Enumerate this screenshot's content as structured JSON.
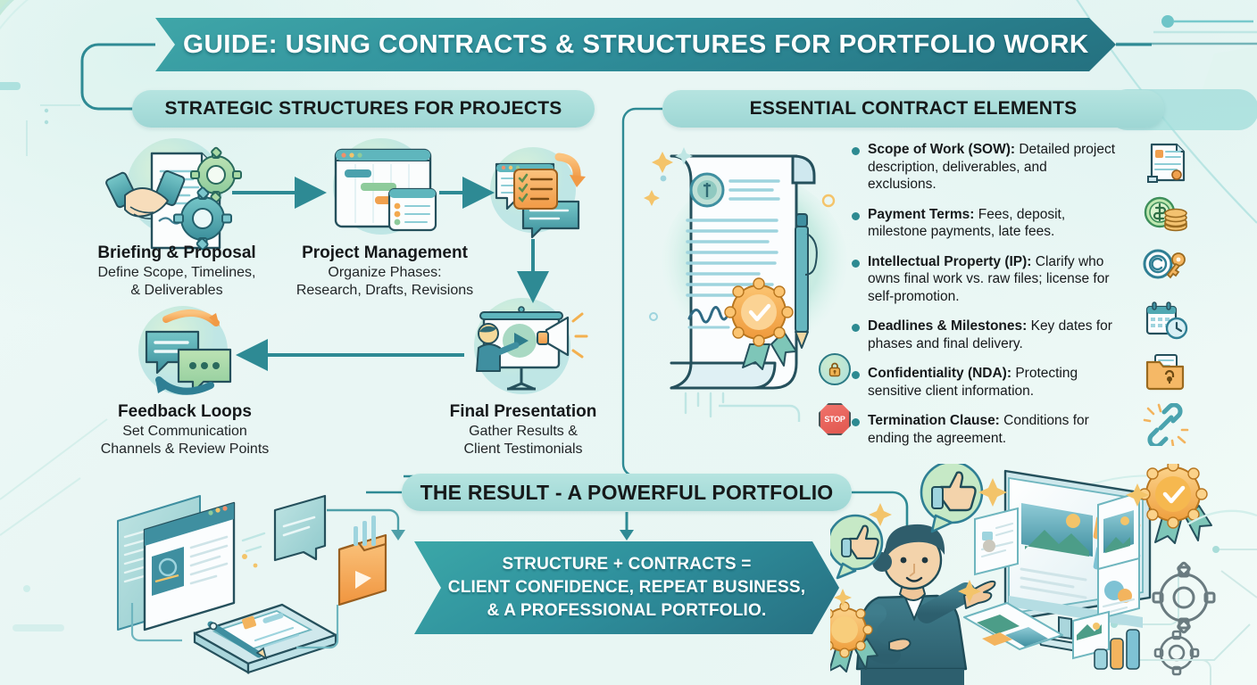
{
  "title": "GUIDE: USING CONTRACTS & STRUCTURES FOR PORTFOLIO WORK",
  "colors": {
    "banner_start": "#3fa6a8",
    "banner_end": "#24707f",
    "pill": "#a8ddda",
    "background": "#eaf7f6",
    "accent_teal": "#2d8a91",
    "accent_orange": "#f0a350",
    "text_dark": "#16191b"
  },
  "sections": {
    "left": {
      "heading": "STRATEGIC STRUCTURES FOR PROJECTS"
    },
    "right": {
      "heading": "ESSENTIAL CONTRACT ELEMENTS"
    },
    "result": {
      "heading": "THE RESULT - A POWERFUL PORTFOLIO"
    }
  },
  "flow": [
    {
      "id": "briefing",
      "title": "Briefing & Proposal",
      "sub_lines": [
        "Define Scope, Timelines,",
        "& Deliverables"
      ],
      "icon": "handshake-document-gears-icon"
    },
    {
      "id": "project-management",
      "title": "Project Management",
      "sub_lines": [
        "Organize Phases:",
        "Research, Drafts, Revisions"
      ],
      "icon": "gantt-chart-window-icon"
    },
    {
      "id": "revisions",
      "title": "",
      "sub_lines": [],
      "icon": "chat-checklist-revision-icon"
    },
    {
      "id": "final-presentation",
      "title": "Final Presentation",
      "sub_lines": [
        "Gather Results &",
        "Client Testimonials"
      ],
      "icon": "presentation-screen-megaphone-icon"
    },
    {
      "id": "feedback-loops",
      "title": "Feedback Loops",
      "sub_lines": [
        "Set Communication",
        "Channels & Review Points"
      ],
      "icon": "speech-bubbles-loop-icon"
    }
  ],
  "contract_elements": [
    {
      "term": "Scope of Work (SOW):",
      "description": " Detailed project description, deliverables, and exclusions.",
      "side_icon": "document-scroll-icon",
      "badge": null
    },
    {
      "term": "Payment Terms:",
      "description": " Fees, deposit, milestone payments, late fees.",
      "side_icon": "money-coins-icon",
      "badge": null
    },
    {
      "term": "Intellectual Property (IP):",
      "description": " Clarify who owns final work vs. raw files; license for self-promotion.",
      "side_icon": "copyright-key-icon",
      "badge": null
    },
    {
      "term": "Deadlines & Milestones:",
      "description": " Key dates for phases and final delivery.",
      "side_icon": "calendar-clock-icon",
      "badge": null
    },
    {
      "term": "Confidentiality (NDA):",
      "description": " Protecting sensitive client information.",
      "side_icon": "folder-lock-icon",
      "badge": "lock-badge-icon"
    },
    {
      "term": "Termination Clause:",
      "description": " Conditions for ending the agreement.",
      "side_icon": "broken-chain-icon",
      "badge": "stop-sign-badge-icon"
    }
  ],
  "contract_illustration": {
    "name": "signed-contract-scroll-illustration",
    "elements": [
      "document-scroll",
      "seal-ribbon-check",
      "pen",
      "signature",
      "stamp-emblem"
    ]
  },
  "result_statement": {
    "lines": [
      "STRUCTURE + CONTRACTS =",
      "CLIENT CONFIDENCE, REPEAT BUSINESS,",
      "& A PROFESSIONAL PORTFOLIO."
    ]
  },
  "bottom_illustrations": {
    "left": {
      "name": "portfolio-devices-illustration",
      "elements": [
        "browser-window",
        "chat-bubble",
        "media-folder",
        "tablet-with-pen"
      ]
    },
    "right": {
      "name": "presenter-portfolio-illustration",
      "elements": [
        "businesswoman-pointing",
        "monitor-portfolio",
        "thumbs-up-bubbles",
        "award-ribbons",
        "gears",
        "bar-chart"
      ]
    }
  }
}
